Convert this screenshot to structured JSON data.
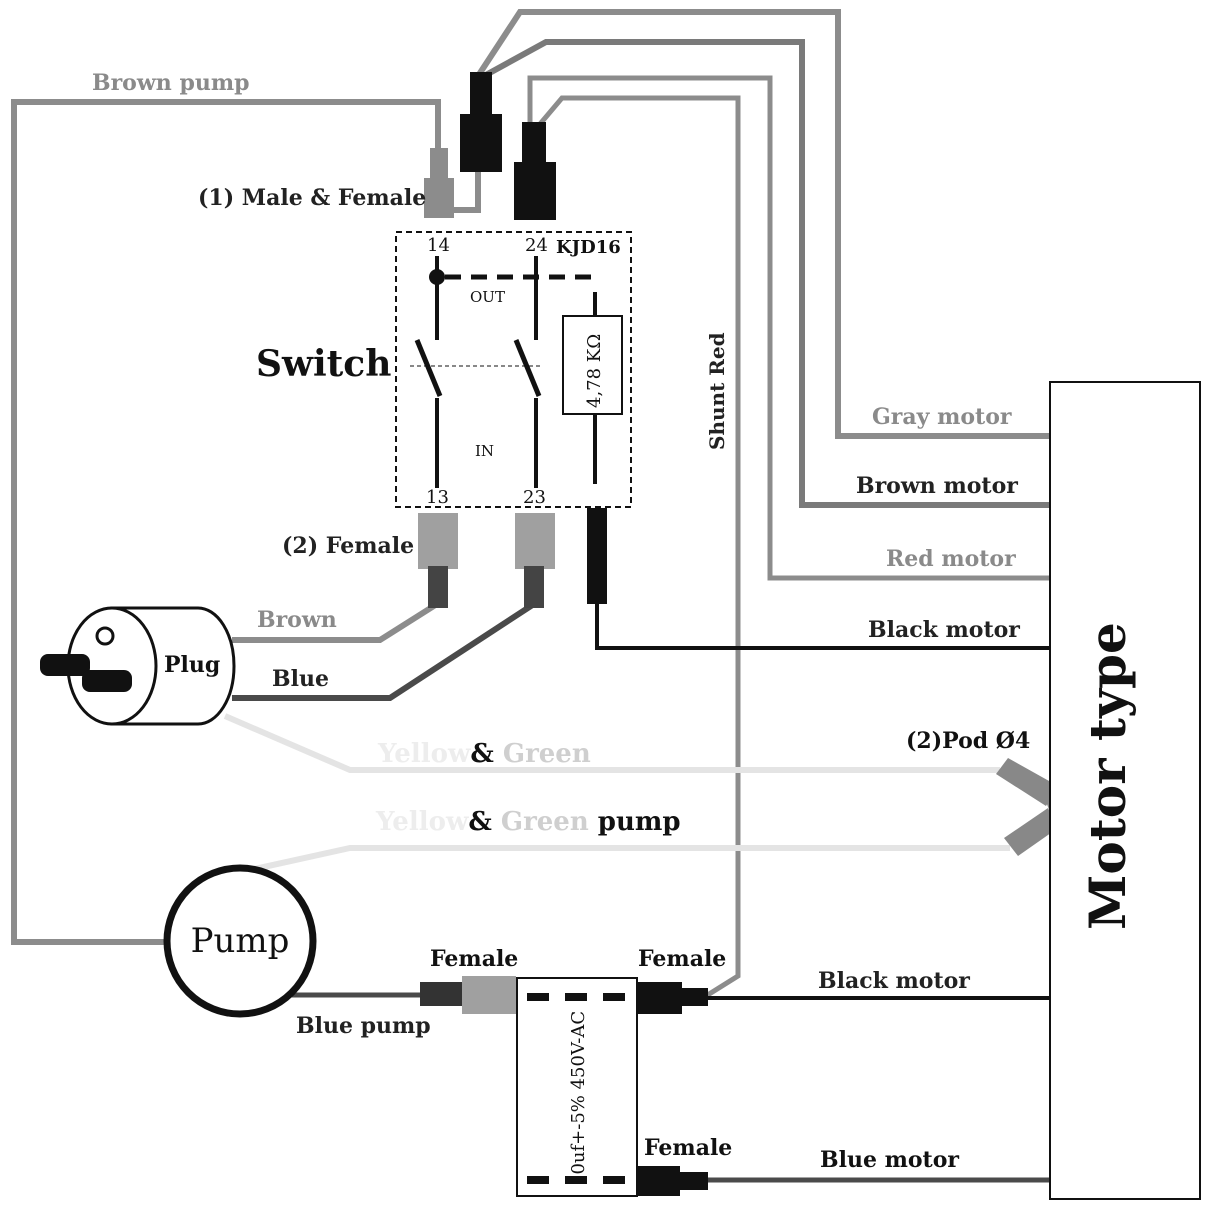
{
  "labels": {
    "brown_pump": "Brown pump",
    "male_female": "(1) Male & Female",
    "switch": "Switch",
    "kjd16": "KJD16",
    "term_14": "14",
    "term_24": "24",
    "term_13": "13",
    "term_23": "23",
    "out": "OUT",
    "in": "IN",
    "resistor": "4,78 KΩ",
    "shunt_red": "Shunt  Red",
    "gray_motor": "Gray motor",
    "brown_motor": "Brown motor",
    "red_motor": "Red motor",
    "black_motor_top": "Black motor",
    "female_2": "(2) Female",
    "brown": "Brown",
    "blue": "Blue",
    "plug": "Plug",
    "yellow_1": "Yellow",
    "amp_1": "& ",
    "green_1": "Green",
    "yellow_2": "Yellow",
    "amp_2": "& ",
    "green_2": "Green",
    "pump_word": " pump",
    "pod": "(2)Pod Ø4",
    "motor_type": "Motor type",
    "pump": "Pump",
    "blue_pump": "Blue pump",
    "female_left": "Female",
    "female_right_top": "Female",
    "female_right_bottom": "Female",
    "capacitor": "10uf+-5%  450V-AC",
    "black_motor_bottom": "Black motor",
    "blue_motor": "Blue motor"
  },
  "colors": {
    "gray_wire": "#8c8c8c",
    "dark_wire": "#4a4a4a",
    "black_wire": "#111111",
    "yellow_green": "#e4e4e4",
    "label_gray": "#8a8a8a",
    "label_dark": "#222222"
  }
}
